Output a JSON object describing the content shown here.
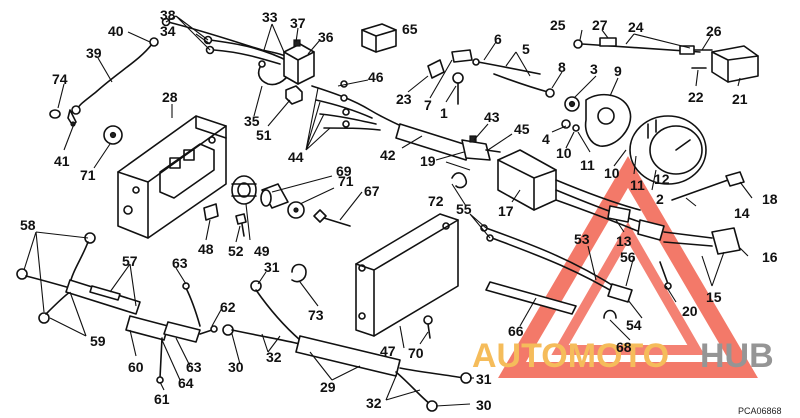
{
  "diagram": {
    "callouts": {
      "n1": "1",
      "n2": "2",
      "n3": "3",
      "n4": "4",
      "n5": "5",
      "n6": "6",
      "n7": "7",
      "n8": "8",
      "n9": "9",
      "n10a": "10",
      "n10b": "10",
      "n11a": "11",
      "n11b": "11",
      "n12": "12",
      "n13": "13",
      "n14": "14",
      "n15": "15",
      "n16": "16",
      "n17": "17",
      "n18": "18",
      "n19": "19",
      "n20": "20",
      "n21": "21",
      "n22": "22",
      "n23": "23",
      "n24": "24",
      "n25": "25",
      "n26": "26",
      "n27": "27",
      "n28": "28",
      "n29": "29",
      "n30a": "30",
      "n30b": "30",
      "n31a": "31",
      "n31b": "31",
      "n32a": "32",
      "n32b": "32",
      "n33": "33",
      "n34": "34",
      "n35": "35",
      "n36": "36",
      "n37": "37",
      "n38": "38",
      "n39": "39",
      "n40": "40",
      "n41": "41",
      "n42": "42",
      "n43": "43",
      "n44": "44",
      "n45": "45",
      "n46": "46",
      "n47": "47",
      "n48": "48",
      "n49": "49",
      "n51": "51",
      "n52": "52",
      "n53": "53",
      "n54": "54",
      "n55": "55",
      "n56": "56",
      "n57": "57",
      "n58": "58",
      "n59": "59",
      "n60": "60",
      "n61": "61",
      "n62": "62",
      "n63a": "63",
      "n63b": "63",
      "n64": "64",
      "n65": "65",
      "n66": "66",
      "n67": "67",
      "n68": "68",
      "n69": "69",
      "n70": "70",
      "n71a": "71",
      "n71b": "71",
      "n72": "72",
      "n73": "73",
      "n74": "74"
    },
    "catalog_code": "PCA06868"
  },
  "watermark": {
    "text_a": "AUTOMOTO",
    "text_b": "HUB",
    "color_a": "#f5b54a",
    "color_b": "#8a8a8a",
    "triangle_color": "#f0503c"
  }
}
